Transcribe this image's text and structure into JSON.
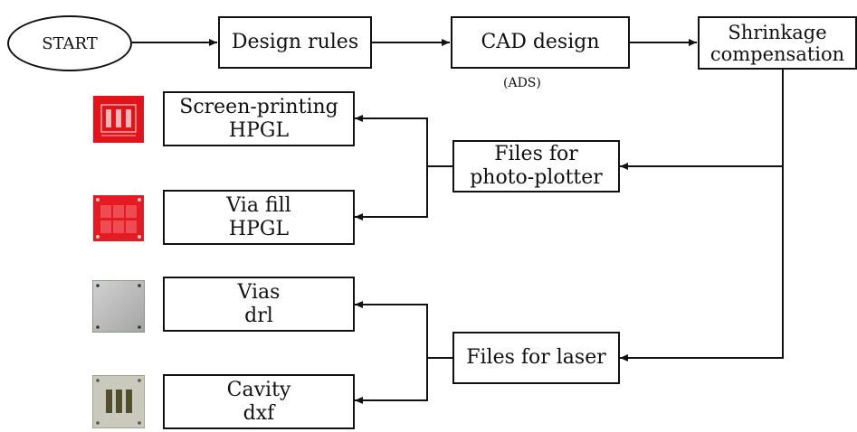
{
  "nodes": {
    "start": "START",
    "design_rules": "Design rules",
    "cad_design": "CAD design",
    "cad_tool": "(ADS)",
    "shrinkage": [
      "Shrinkage",
      "compensation"
    ],
    "photo_plotter": [
      "Files for",
      "photo-plotter"
    ],
    "laser": "Files for laser",
    "screen_printing": [
      "Screen-printing",
      "HPGL"
    ],
    "via_fill": [
      "Via fill",
      "HPGL"
    ],
    "vias": [
      "Vias",
      "drl"
    ],
    "cavity": [
      "Cavity",
      "dxf"
    ]
  },
  "colors": {
    "line": "#111111",
    "screen_mask": "#e0141a",
    "via_fill_mask": "#e31b23",
    "vias_sheet": "#b9b9b9",
    "cavity_sheet": "#c8c8bd"
  }
}
